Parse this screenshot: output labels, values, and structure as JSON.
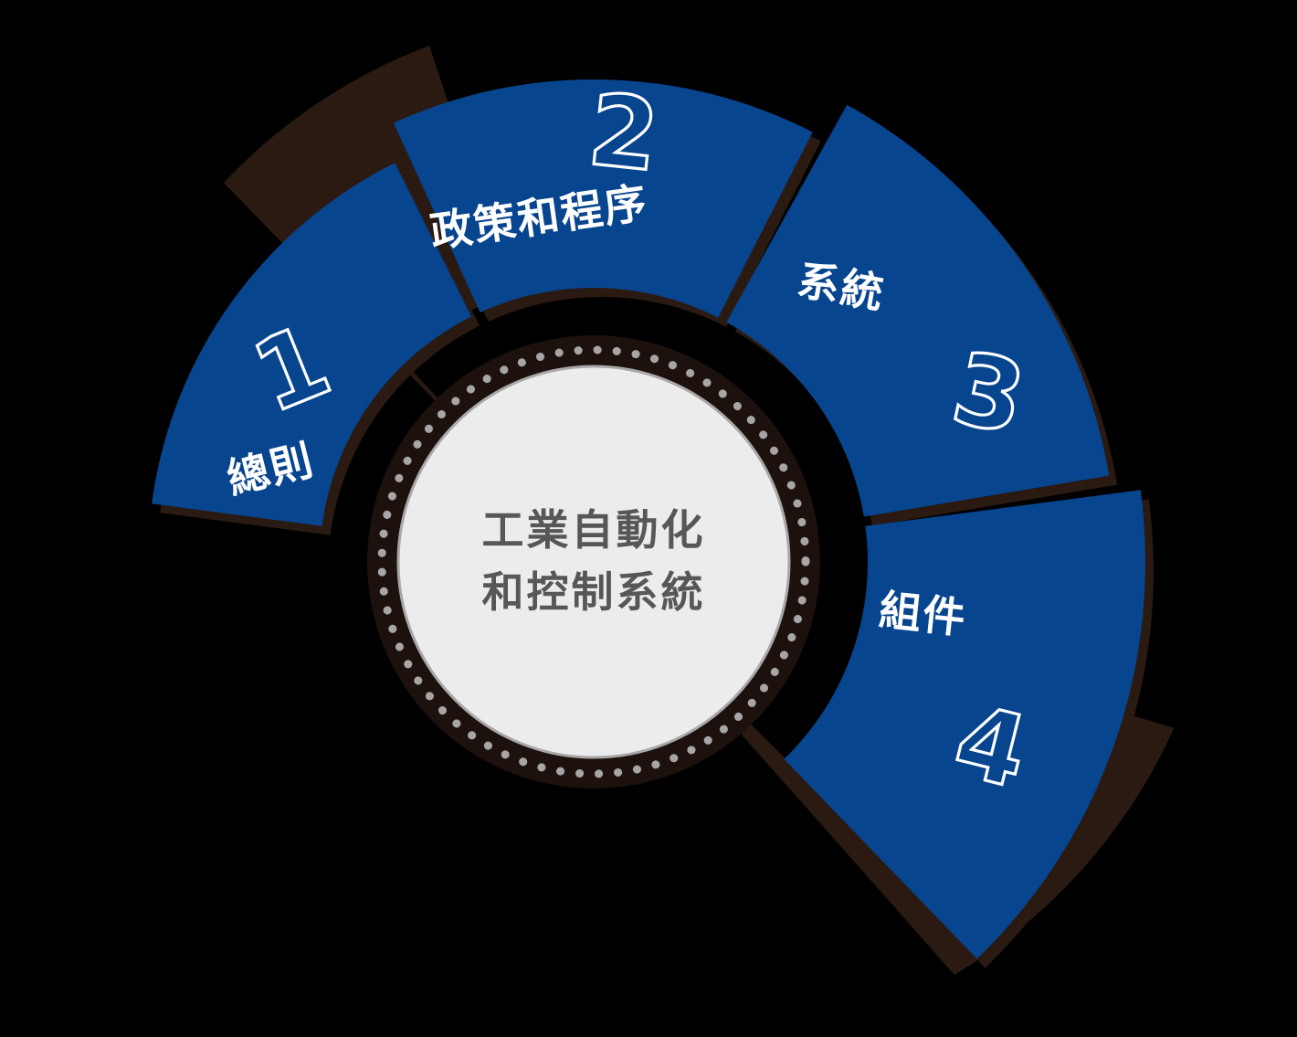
{
  "diagram": {
    "type": "radial-segment-wheel",
    "background_color": "#000000",
    "segment_color": "#08458f",
    "segment_shadow_color": "#2a1a12",
    "hub_fill_color": "#ececec",
    "hub_ring_color": "#1c110c",
    "hub_text_color": "#575757",
    "label_color": "#ffffff",
    "hub": {
      "line1": "工業自動化",
      "line2": "和控制系統"
    },
    "segments": [
      {
        "number": "1",
        "label": "總則",
        "label_lines": [
          "總則"
        ]
      },
      {
        "number": "2",
        "label": "政策和程序",
        "label_lines": [
          "政策和程序"
        ]
      },
      {
        "number": "3",
        "label": "系統",
        "label_lines": [
          "系統"
        ]
      },
      {
        "number": "4",
        "label": "組件",
        "label_lines": [
          "組件"
        ]
      }
    ]
  }
}
